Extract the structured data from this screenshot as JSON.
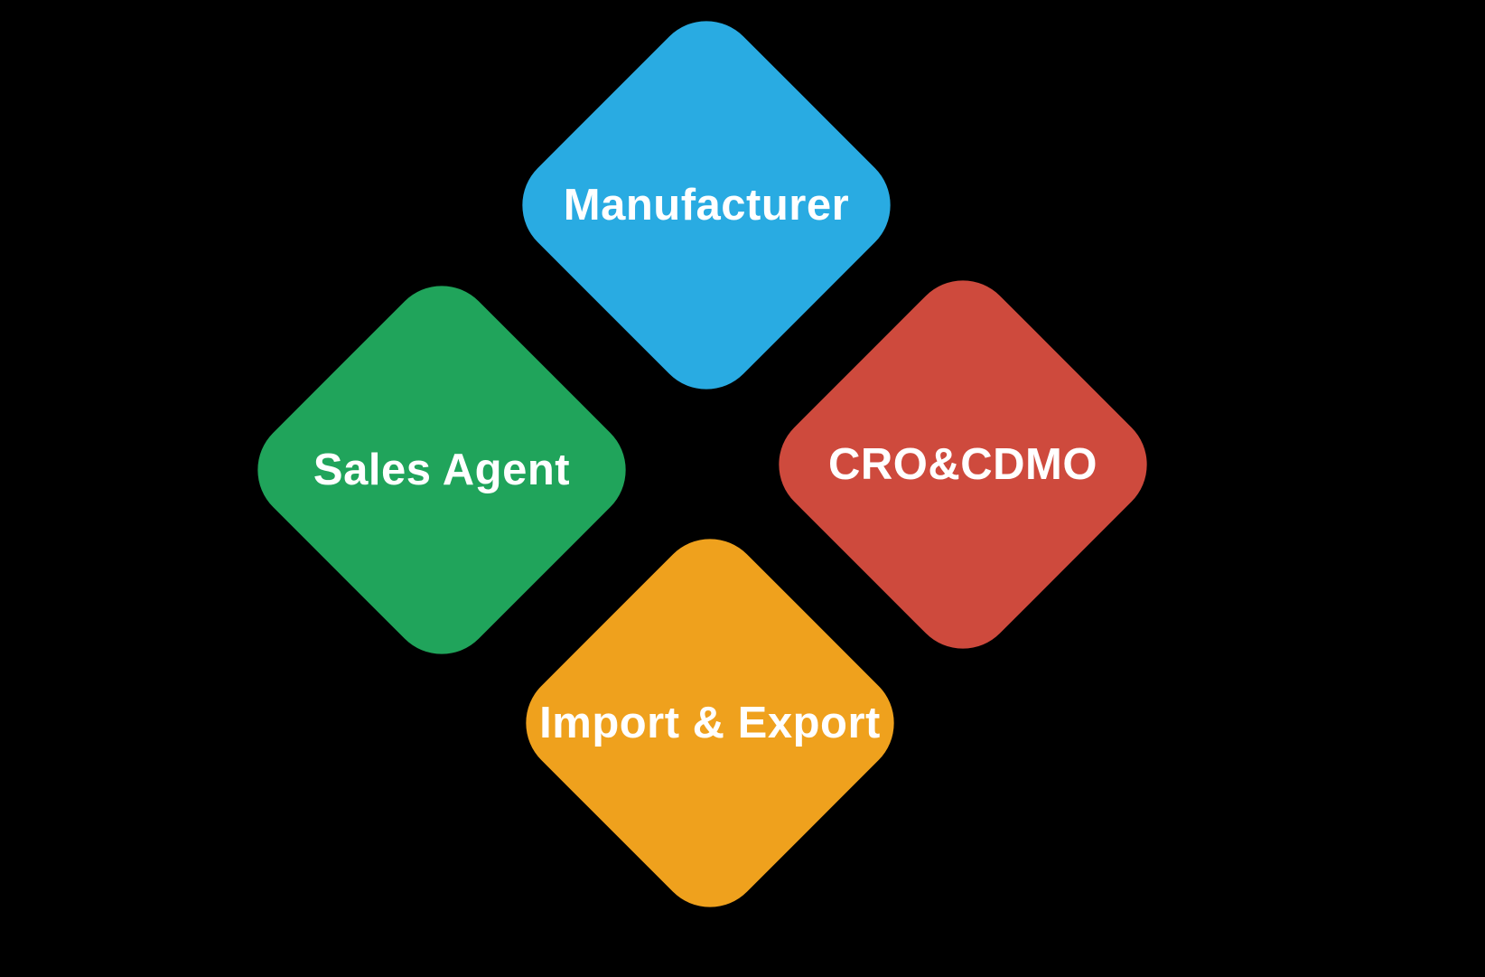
{
  "diagram": {
    "title": "Business roles diamond diagram",
    "background_color": "#000000",
    "text_color": "#ffffff",
    "nodes": [
      {
        "id": "manufacturer",
        "label": "Manufacturer",
        "color": "#29ABE2",
        "position": "top"
      },
      {
        "id": "sales-agent",
        "label": "Sales Agent",
        "color": "#20A45B",
        "position": "left"
      },
      {
        "id": "cro-cdmo",
        "label": "CRO&CDMO",
        "color": "#CE4A3D",
        "position": "right"
      },
      {
        "id": "import-export",
        "label": "Import & Export",
        "color": "#EFA11D",
        "position": "bottom"
      }
    ]
  }
}
